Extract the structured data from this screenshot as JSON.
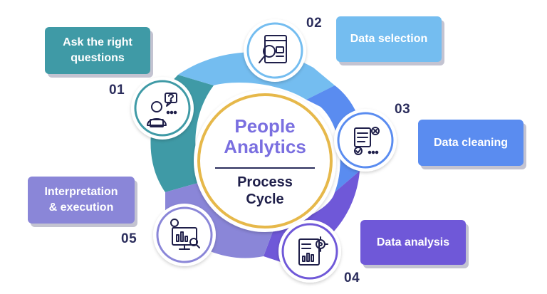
{
  "center": {
    "title_line1": "People",
    "title_line2": "Analytics",
    "subtitle_line1": "Process",
    "subtitle_line2": "Cycle"
  },
  "steps": [
    {
      "number": "01",
      "label_line1": "Ask the right",
      "label_line2": "questions",
      "icon": "person-question-icon",
      "color": "#3f9aa6"
    },
    {
      "number": "02",
      "label_line1": "Data selection",
      "label_line2": "",
      "icon": "document-magnifier-icon",
      "color": "#74bdf0"
    },
    {
      "number": "03",
      "label_line1": "Data cleaning",
      "label_line2": "",
      "icon": "checklist-clean-icon",
      "color": "#5a8cf0"
    },
    {
      "number": "04",
      "label_line1": "Data analysis",
      "label_line2": "",
      "icon": "report-gear-icon",
      "color": "#6f58d8"
    },
    {
      "number": "05",
      "label_line1": "Interpretation",
      "label_line2": "& execution",
      "icon": "dashboard-idea-icon",
      "color": "#8a86d8"
    }
  ],
  "colors": {
    "ring_gold": "#e6b84a",
    "center_title": "#7a6fe0",
    "center_subtitle": "#1f1f4a",
    "number_text": "#2b2d5c"
  }
}
